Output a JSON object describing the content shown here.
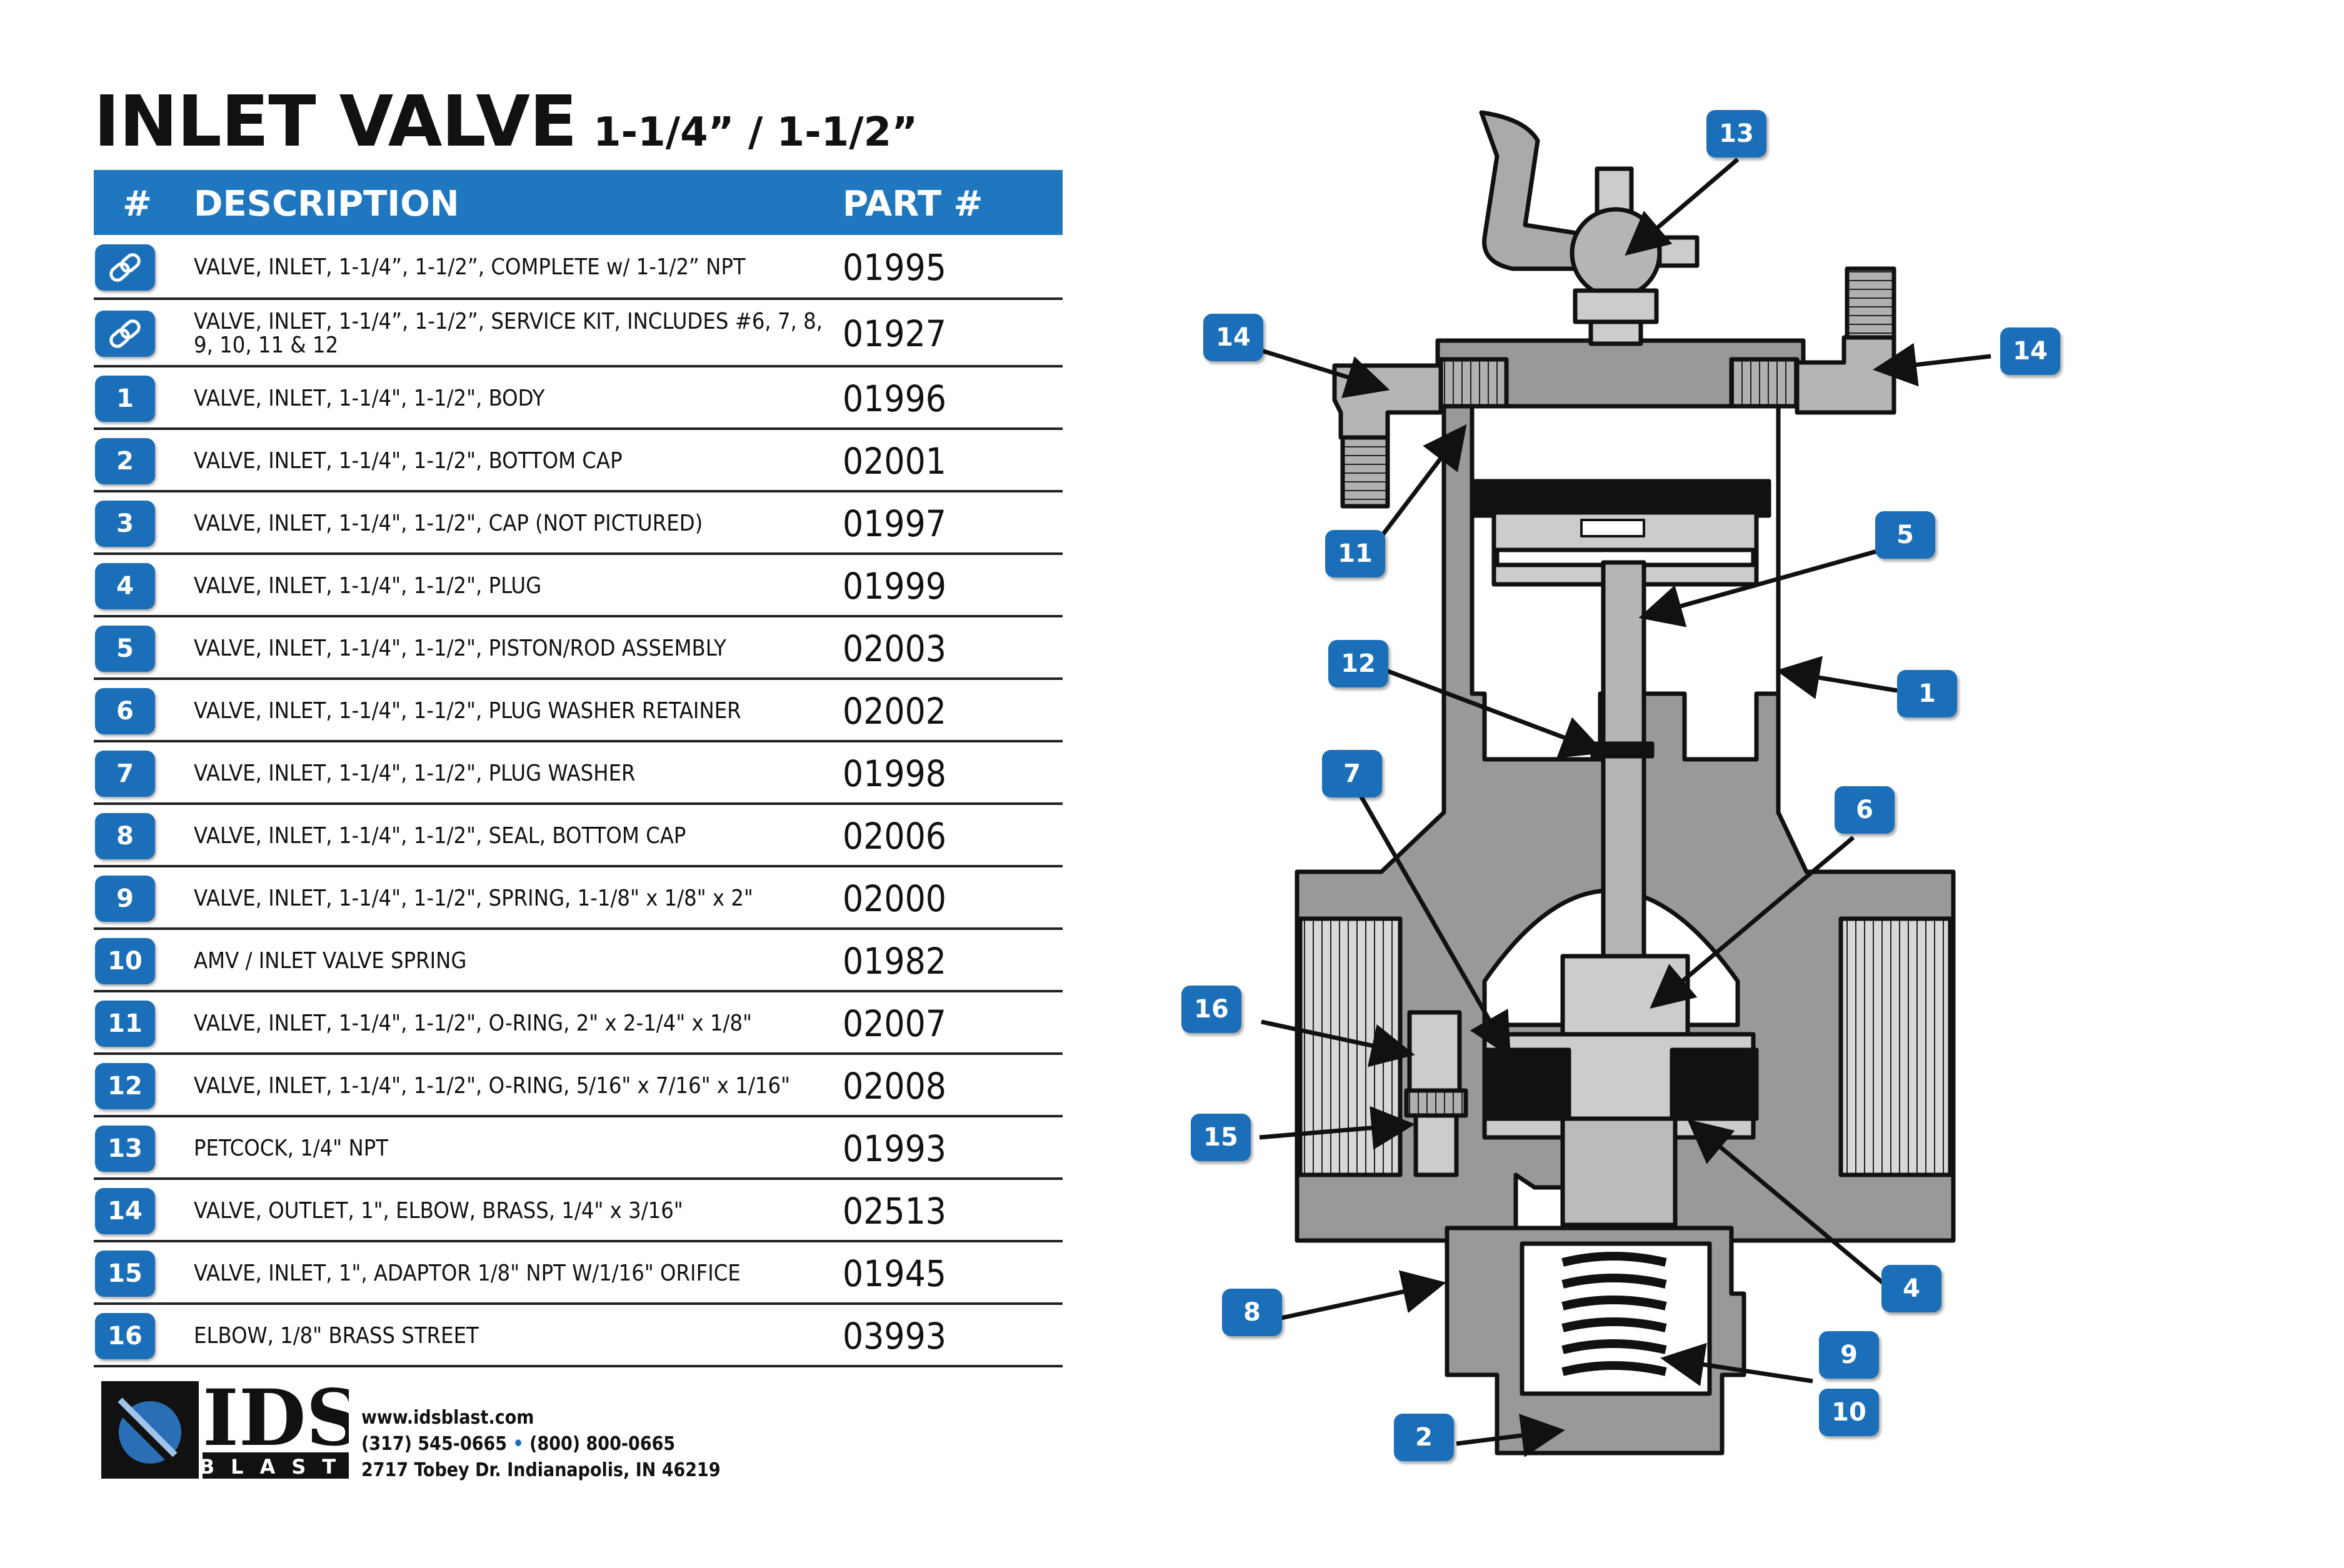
{
  "title": {
    "main": "INLET VALVE",
    "sub": "1-1/4” / 1-1/2”"
  },
  "table": {
    "headers": {
      "num": "#",
      "description": "DESCRIPTION",
      "part": "PART #"
    },
    "rows": [
      {
        "num": "",
        "icon": "link-icon",
        "description": "VALVE, INLET, 1-1/4”, 1-1/2”, COMPLETE w/ 1-1/2” NPT",
        "part": "01995"
      },
      {
        "num": "",
        "icon": "link-icon",
        "description": "VALVE, INLET, 1-1/4”, 1-1/2”, SERVICE KIT, INCLUDES #6, 7, 8, 9, 10, 11 & 12",
        "part": "01927"
      },
      {
        "num": "1",
        "description": "VALVE, INLET, 1-1/4\", 1-1/2\", BODY",
        "part": "01996"
      },
      {
        "num": "2",
        "description": "VALVE, INLET, 1-1/4\", 1-1/2\", BOTTOM CAP",
        "part": "02001"
      },
      {
        "num": "3",
        "description": "VALVE, INLET, 1-1/4\", 1-1/2\", CAP (NOT PICTURED)",
        "part": "01997"
      },
      {
        "num": "4",
        "description": "VALVE, INLET, 1-1/4\", 1-1/2\", PLUG",
        "part": "01999"
      },
      {
        "num": "5",
        "description": "VALVE, INLET, 1-1/4\", 1-1/2\", PISTON/ROD ASSEMBLY",
        "part": "02003"
      },
      {
        "num": "6",
        "description": "VALVE, INLET, 1-1/4\", 1-1/2\", PLUG WASHER RETAINER",
        "part": "02002"
      },
      {
        "num": "7",
        "description": "VALVE, INLET, 1-1/4\", 1-1/2\", PLUG WASHER",
        "part": "01998"
      },
      {
        "num": "8",
        "description": "VALVE, INLET, 1-1/4\", 1-1/2\", SEAL, BOTTOM CAP",
        "part": "02006"
      },
      {
        "num": "9",
        "description": "VALVE, INLET, 1-1/4\", 1-1/2\", SPRING, 1-1/8\" x 1/8\" x 2\"",
        "part": "02000"
      },
      {
        "num": "10",
        "description": "AMV / INLET VALVE SPRING",
        "part": "01982"
      },
      {
        "num": "11",
        "description": "VALVE, INLET, 1-1/4\", 1-1/2\", O-RING, 2\" x 2-1/4\" x 1/8\"",
        "part": "02007"
      },
      {
        "num": "12",
        "description": "VALVE, INLET, 1-1/4\", 1-1/2\", O-RING, 5/16\" x 7/16\" x 1/16\"",
        "part": "02008"
      },
      {
        "num": "13",
        "description": "PETCOCK, 1/4\" NPT",
        "part": "01993"
      },
      {
        "num": "14",
        "description": "VALVE, OUTLET, 1\", ELBOW, BRASS, 1/4\" x 3/16\"",
        "part": "02513"
      },
      {
        "num": "15",
        "description": "VALVE, INLET, 1\", ADAPTOR 1/8\" NPT W/1/16\" ORIFICE",
        "part": "01945"
      },
      {
        "num": "16",
        "description": "ELBOW, 1/8\" BRASS STREET",
        "part": "03993"
      }
    ]
  },
  "logo": {
    "letters": "IDS",
    "sub": "BLAST"
  },
  "contact": {
    "website": "www.idsblast.com",
    "phone1": "(317) 545-0665",
    "phone2": "(800) 800-0665",
    "address": "2717 Tobey Dr. Indianapolis, IN 46219"
  },
  "colors": {
    "accent": "#1f77bf",
    "badge": "#1a6fb8",
    "body_gray": "#9a9a9a",
    "part_gray": "#b5b5b5"
  },
  "callouts": [
    "13",
    "14",
    "14",
    "11",
    "5",
    "12",
    "1",
    "7",
    "6",
    "16",
    "15",
    "8",
    "4",
    "9",
    "10",
    "2"
  ]
}
